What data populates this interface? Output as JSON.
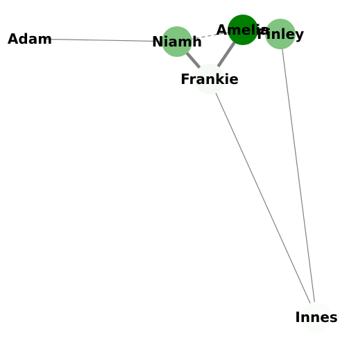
{
  "graph": {
    "colors": {
      "edge": "#808080",
      "label": "#000000"
    },
    "nodes": [
      {
        "id": "adam",
        "label": "Adam",
        "color": "#ffffff"
      },
      {
        "id": "niamh",
        "label": "Niamh",
        "color": "#7fc47f"
      },
      {
        "id": "amelia",
        "label": "Amelia",
        "color": "#008000"
      },
      {
        "id": "finley",
        "label": "Finley",
        "color": "#7fc47f"
      },
      {
        "id": "frankie",
        "label": "Frankie",
        "color": "#f5faf5"
      },
      {
        "id": "innes",
        "label": "Innes",
        "color": "#fbfdfb"
      }
    ],
    "edges": [
      {
        "source": "adam",
        "target": "niamh",
        "weight": "thin"
      },
      {
        "source": "niamh",
        "target": "frankie",
        "weight": "thick"
      },
      {
        "source": "amelia",
        "target": "frankie",
        "weight": "thick"
      },
      {
        "source": "niamh",
        "target": "amelia",
        "weight": "thin",
        "style": "dashed"
      },
      {
        "source": "frankie",
        "target": "innes",
        "weight": "thin"
      },
      {
        "source": "finley",
        "target": "innes",
        "weight": "thin"
      }
    ]
  }
}
